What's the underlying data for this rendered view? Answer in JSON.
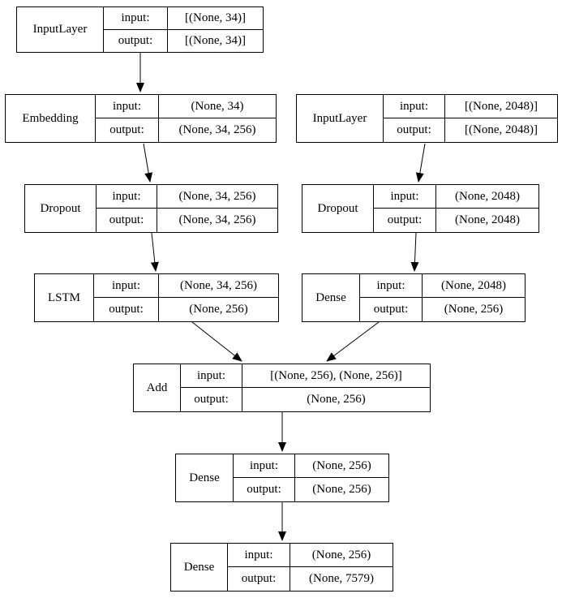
{
  "diagram": {
    "kind": "neural-network-layer-graph",
    "background_color": "#ffffff",
    "line_color": "#000000",
    "text_color": "#000000"
  },
  "labels": {
    "input": "input:",
    "output": "output:"
  },
  "nodes": [
    {
      "id": "inputlayer_1",
      "label": "InputLayer",
      "input": "[(None, 34)]",
      "output": "[(None, 34)]"
    },
    {
      "id": "embedding",
      "label": "Embedding",
      "input": "(None, 34)",
      "output": "(None, 34, 256)"
    },
    {
      "id": "inputlayer_2",
      "label": "InputLayer",
      "input": "[(None, 2048)]",
      "output": "[(None, 2048)]"
    },
    {
      "id": "dropout_1",
      "label": "Dropout",
      "input": "(None, 34, 256)",
      "output": "(None, 34, 256)"
    },
    {
      "id": "dropout_2",
      "label": "Dropout",
      "input": "(None, 2048)",
      "output": "(None, 2048)"
    },
    {
      "id": "lstm",
      "label": "LSTM",
      "input": "(None, 34, 256)",
      "output": "(None, 256)"
    },
    {
      "id": "dense_1",
      "label": "Dense",
      "input": "(None, 2048)",
      "output": "(None, 256)"
    },
    {
      "id": "add",
      "label": "Add",
      "input": "[(None, 256), (None, 256)]",
      "output": "(None, 256)"
    },
    {
      "id": "dense_2",
      "label": "Dense",
      "input": "(None, 256)",
      "output": "(None, 256)"
    },
    {
      "id": "dense_3",
      "label": "Dense",
      "input": "(None, 256)",
      "output": "(None, 7579)"
    }
  ],
  "edges": [
    {
      "from": "inputlayer_1",
      "to": "embedding"
    },
    {
      "from": "embedding",
      "to": "dropout_1"
    },
    {
      "from": "inputlayer_2",
      "to": "dropout_2"
    },
    {
      "from": "dropout_1",
      "to": "lstm"
    },
    {
      "from": "dropout_2",
      "to": "dense_1"
    },
    {
      "from": "lstm",
      "to": "add"
    },
    {
      "from": "dense_1",
      "to": "add"
    },
    {
      "from": "add",
      "to": "dense_2"
    },
    {
      "from": "dense_2",
      "to": "dense_3"
    }
  ]
}
